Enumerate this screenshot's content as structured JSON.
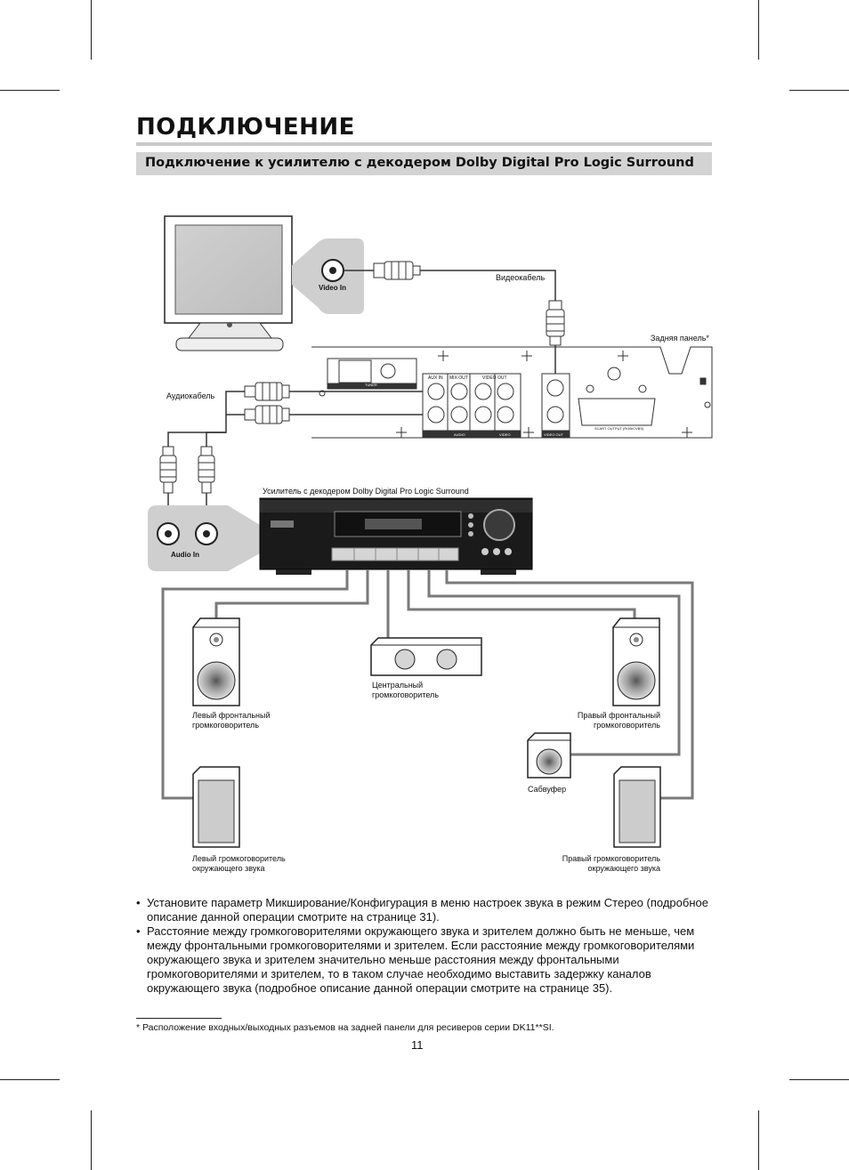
{
  "page": {
    "title": "ПОДКЛЮЧЕНИЕ",
    "subtitle": "Подключение к усилителю с декодером Dolby Digital Pro Logic Surround",
    "page_number": "11"
  },
  "diagram": {
    "tv_video_in": "Video In",
    "amp_audio_in": "Audio In",
    "video_cable": "Видеокабель",
    "rear_panel": "Задняя панель*",
    "audio_cable": "Аудиокабель",
    "amplifier": "Усилитель с декодером Dolby Digital Pro Logic Surround",
    "center_speaker": "Центральный громкоговоритель",
    "front_left": "Левый фронтальный громкоговоритель",
    "front_right": "Правый фронтальный громкоговоритель",
    "subwoofer": "Сабвуфер",
    "surround_left": "Левый громкоговоритель окружающего звука",
    "surround_right": "Правый громкоговоритель окружающего звука",
    "panel_tuner": "TUNER",
    "panel_aux_in": "AUX IN",
    "panel_mix_out": "MIX OUT",
    "panel_video_out_top": "VIDEO OUT",
    "panel_audio": "AUDIO",
    "panel_video": "VIDEO",
    "panel_video_out": "VIDEO OUT",
    "panel_scart": "SCART OUTPUT (RGB/CVBS)"
  },
  "instructions": [
    "Установите параметр Микширование/Конфигурация в меню настроек звука в режим Стерео (подробное описание данной операции смотрите на странице 31).",
    "Расстояние между громкоговорителями окружающего звука и зрителем должно быть не меньше, чем между фронтальными громкоговорителями и зрителем. Если расстояние между громкоговорителями окружающего звука и зрителем значительно меньше расстояния между фронтальными громкоговорителями и зрителем, то в таком случае необходимо выставить задержку каналов окружающего звука (подробное описание данной операции смотрите на странице 35)."
  ],
  "footnote": "* Расположение входных/выходных разъемов на задней панели для ресиверов серии DK11**SI.",
  "colors": {
    "subtitle_bar": "#d3d3d3",
    "rule": "#c9c9c9",
    "callout": "#cfcfcf",
    "wire": "#7a7a7a"
  }
}
